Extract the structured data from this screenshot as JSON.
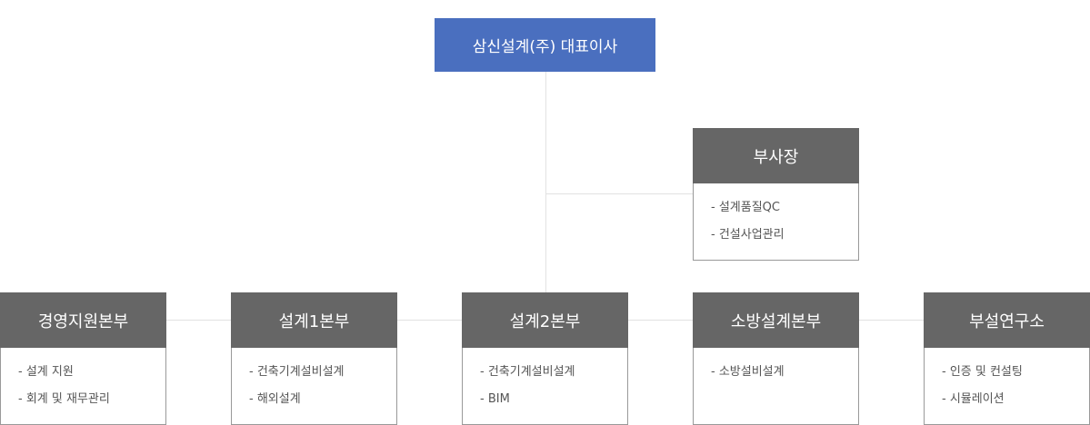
{
  "ceo": {
    "label": "삼신설계(주) 대표이사"
  },
  "vp": {
    "title": "부사장",
    "items": [
      "- 설계품질QC",
      "- 건설사업관리"
    ]
  },
  "divisions": [
    {
      "title": "경영지원본부",
      "items": [
        "- 설계 지원",
        "- 회계 및 재무관리"
      ]
    },
    {
      "title": "설계1본부",
      "items": [
        "- 건축기계설비설계",
        "- 해외설계"
      ]
    },
    {
      "title": "설계2본부",
      "items": [
        "- 건축기계설비설계",
        "- BIM"
      ]
    },
    {
      "title": "소방설계본부",
      "items": [
        "- 소방설비설계"
      ]
    },
    {
      "title": "부설연구소",
      "items": [
        "- 인증 및 컨설팅",
        "- 시뮬레이션"
      ]
    }
  ],
  "colors": {
    "ceo_bg": "#4a6fbf",
    "header_bg": "#666666",
    "connector": "#e2e2e2",
    "border": "#999999"
  }
}
